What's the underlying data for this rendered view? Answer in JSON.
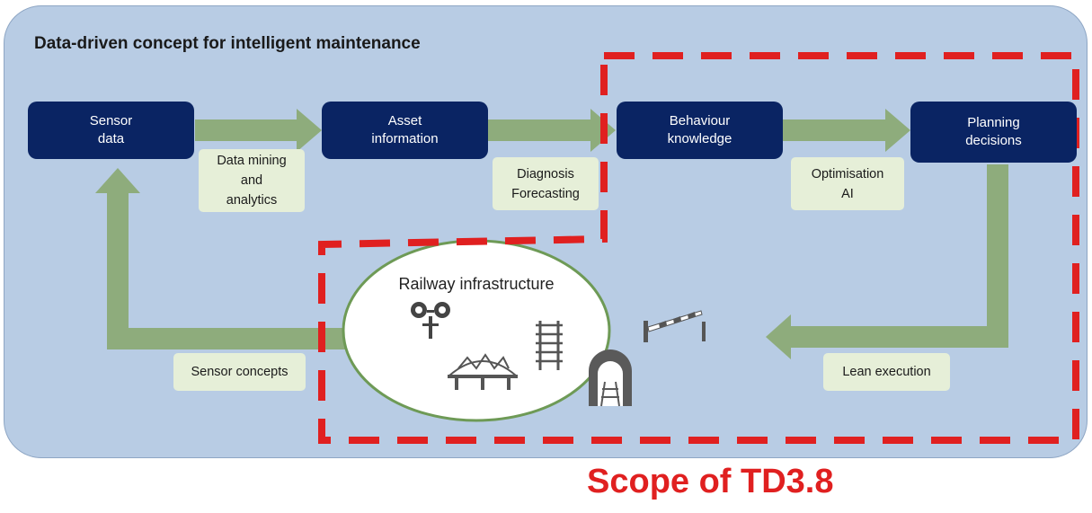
{
  "title": "Data-driven concept for intelligent maintenance",
  "nodes": [
    {
      "id": "sensor",
      "label": "Sensor\ndata"
    },
    {
      "id": "asset",
      "label": "Asset\ninformation"
    },
    {
      "id": "behaviour",
      "label": "Behaviour\nknowledge"
    },
    {
      "id": "planning",
      "label": "Planning\ndecisions"
    }
  ],
  "process_labels": [
    {
      "id": "mining",
      "label": "Data mining\nand\nanalytics"
    },
    {
      "id": "diagnosis",
      "label": "Diagnosis\nForecasting"
    },
    {
      "id": "optimisation",
      "label": "Optimisation\nAI"
    },
    {
      "id": "sensor_concepts",
      "label": "Sensor concepts"
    },
    {
      "id": "lean",
      "label": "Lean execution"
    }
  ],
  "infrastructure_label": "Railway infrastructure",
  "icons": [
    "signal-icon",
    "bridge-icon",
    "track-icon",
    "tunnel-icon",
    "level-crossing-icon"
  ],
  "scope_label": "Scope of TD3.8",
  "colors": {
    "panel": "#b8cce4",
    "node": "#0a2463",
    "arrow": "#8eac7c",
    "label_box": "#e6efd8",
    "scope": "#e02020"
  }
}
